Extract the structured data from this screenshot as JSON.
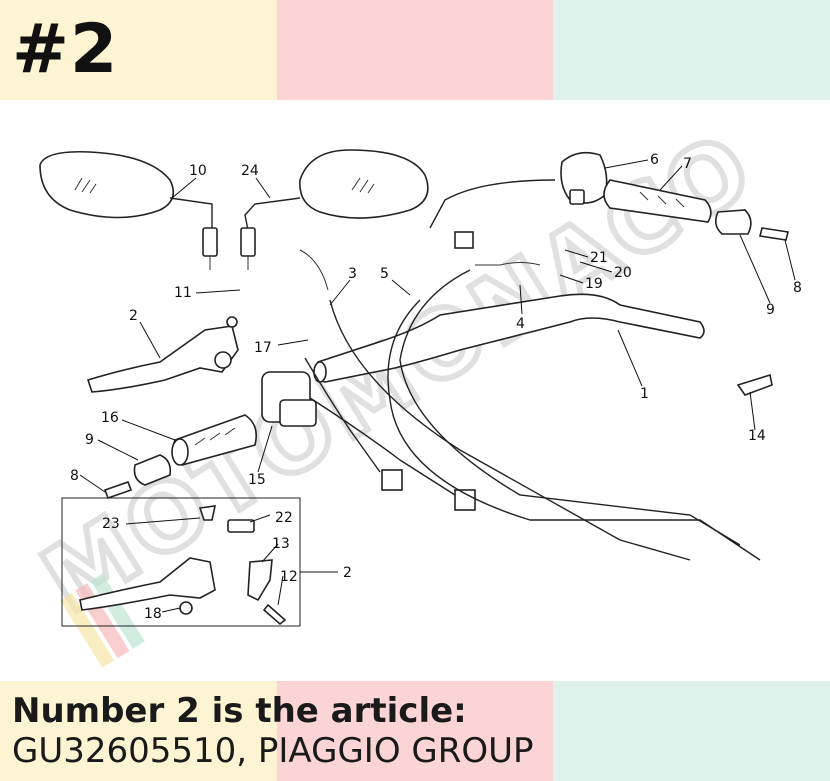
{
  "header": {
    "badge": "#2"
  },
  "colors": {
    "band_yellow": "#fdf4d4",
    "band_pink": "#fbd5d5",
    "band_green": "#dff3ec",
    "watermark": "#e3e3e3"
  },
  "diagram": {
    "watermark_text": "MOTOMONACO",
    "callouts": [
      {
        "id": "c10",
        "label": "10"
      },
      {
        "id": "c24",
        "label": "24"
      },
      {
        "id": "c6",
        "label": "6"
      },
      {
        "id": "c7",
        "label": "7"
      },
      {
        "id": "c11",
        "label": "11"
      },
      {
        "id": "c3",
        "label": "3"
      },
      {
        "id": "c5",
        "label": "5"
      },
      {
        "id": "c21",
        "label": "21"
      },
      {
        "id": "c20",
        "label": "20"
      },
      {
        "id": "c19",
        "label": "19"
      },
      {
        "id": "c9r",
        "label": "9"
      },
      {
        "id": "c8r",
        "label": "8"
      },
      {
        "id": "c2",
        "label": "2"
      },
      {
        "id": "c4",
        "label": "4"
      },
      {
        "id": "c17",
        "label": "17"
      },
      {
        "id": "c1",
        "label": "1"
      },
      {
        "id": "c14",
        "label": "14"
      },
      {
        "id": "c16",
        "label": "16"
      },
      {
        "id": "c9l",
        "label": "9"
      },
      {
        "id": "c15",
        "label": "15"
      },
      {
        "id": "c8l",
        "label": "8"
      },
      {
        "id": "c23",
        "label": "23"
      },
      {
        "id": "c22",
        "label": "22"
      },
      {
        "id": "c13",
        "label": "13"
      },
      {
        "id": "c12",
        "label": "12"
      },
      {
        "id": "c2b",
        "label": "2"
      },
      {
        "id": "c18",
        "label": "18"
      }
    ]
  },
  "footer": {
    "line1": "Number 2 is the article:",
    "line2": "GU32605510, PIAGGIO GROUP"
  }
}
